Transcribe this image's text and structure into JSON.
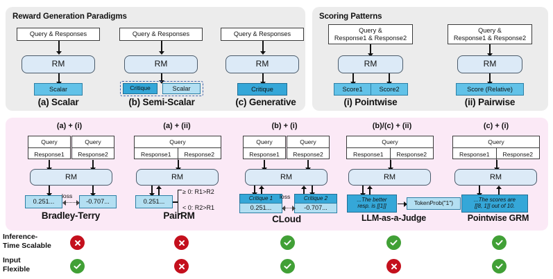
{
  "figure": {
    "kind": "diagram",
    "panels": {
      "paradigms": {
        "title": "Reward Generation Paradigms"
      },
      "scoring": {
        "title": "Scoring Patterns"
      }
    },
    "colors": {
      "panel_grey": "#ececec",
      "panel_pink": "#fbe9f6",
      "rm_fill": "#dceaf7",
      "out_light": "#b3dff2",
      "out_mid": "#62c2e8",
      "out_dark": "#35a7d8",
      "yes": "#41a036",
      "no": "#c4101d"
    }
  },
  "paradigms": [
    {
      "id": "scalar",
      "input": "Query & Responses",
      "model": "RM",
      "outputs": [
        "Scalar"
      ],
      "caption": "(a) Scalar"
    },
    {
      "id": "semi-scalar",
      "input": "Query & Responses",
      "model": "RM",
      "outputs": [
        "Critique",
        "Scalar"
      ],
      "caption": "(b) Semi-Scalar"
    },
    {
      "id": "generative",
      "input": "Query & Responses",
      "model": "RM",
      "outputs": [
        "Critique"
      ],
      "caption": "(c) Generative"
    }
  ],
  "scoring": [
    {
      "id": "pointwise",
      "input_line1": "Query &",
      "input_line2": "Response1 & Response2",
      "model": "RM",
      "outputs": [
        "Score1",
        "Score2"
      ],
      "caption": "(i) Pointwise"
    },
    {
      "id": "pairwise",
      "input_line1": "Query &",
      "input_line2": "Response1 & Response2",
      "model": "RM",
      "outputs": [
        "Score (Relative)"
      ],
      "caption": "(ii) Pairwise"
    }
  ],
  "methods": [
    {
      "id": "bradley-terry",
      "combo": "(a) + (i)",
      "name": "Bradley-Terry",
      "inputs_split": true,
      "query_label": "Query",
      "response1": "Response1",
      "response2": "Response2",
      "model": "RM",
      "out_left": "0.251...",
      "out_right": "-0.707...",
      "loss_label": "loss"
    },
    {
      "id": "pairrm",
      "combo": "(a) + (ii)",
      "name": "PairRM",
      "inputs_split": false,
      "query_label": "Query",
      "response1": "Response1",
      "response2": "Response2",
      "model": "RM",
      "out_left": "0.251...",
      "cond_top": "≥ 0: R1>R2",
      "cond_bottom": "< 0: R2>R1"
    },
    {
      "id": "cloud",
      "combo": "(b) + (i)",
      "name": "CLoud",
      "inputs_split": true,
      "query_label": "Query",
      "response1": "Response1",
      "response2": "Response2",
      "model": "RM",
      "critique_left": "Critique 1",
      "critique_right": "Critique 2",
      "out_left": "0.251...",
      "out_right": "-0.707...",
      "loss_label": "loss"
    },
    {
      "id": "llm-as-a-judge",
      "combo": "(b)/(c) + (ii)",
      "name": "LLM-as-a-Judge",
      "inputs_split": false,
      "query_label": "Query",
      "response1": "Response1",
      "response2": "Response2",
      "model": "RM",
      "gen_line1": "...The better",
      "gen_line2": "resp. is [[1]]",
      "tokenprob": "TokenProb(\"1\")"
    },
    {
      "id": "pointwise-grm",
      "combo": "(c) + (i)",
      "name": "Pointwise GRM",
      "inputs_split": false,
      "query_label": "Query",
      "response1": "Response1",
      "response2": "Response2",
      "model": "RM",
      "gen_line1": "...The scores are",
      "gen_line2": "[[8, 1]] out of 10."
    }
  ],
  "matrix": {
    "rows": [
      {
        "id": "inference-time-scalable",
        "label_line1": "Inference-",
        "label_line2": "Time Scalable",
        "values": [
          "no",
          "no",
          "yes",
          "yes",
          "yes"
        ]
      },
      {
        "id": "input-flexible",
        "label_line1": "Input",
        "label_line2": "Flexible",
        "values": [
          "yes",
          "no",
          "yes",
          "no",
          "yes"
        ]
      }
    ]
  }
}
